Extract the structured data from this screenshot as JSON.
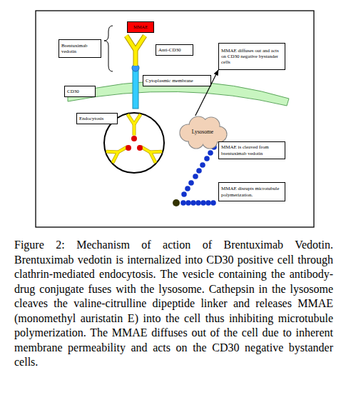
{
  "diagram": {
    "caption": "Figure 2: Mechanism of action of Brentuximab Vedotin. Brentuximab vedotin is internalized into CD30 positive cell through clathrin-mediated endocytosis. The vesicle containing the antibody-drug conjugate fuses with the lysosome. Cathepsin in the lysosome cleaves the valine-citrulline dipeptide linker and releases MMAE (monomethyl auristatin E) into the cell thus inhibiting microtubule polymerization. The MMAE diffuses out of the cell due to inherent membrane permeability and acts on the CD30 negative bystander cells.",
    "nodes": [
      {
        "text": [
          "MMAE"
        ]
      },
      {
        "text": [
          "Brentuximab vedotin"
        ]
      },
      {
        "text": [
          "Anti-CD30"
        ]
      },
      {
        "text": [
          "MMAE diffuses out and acts on CD30 negative bystander cells"
        ]
      },
      {
        "text": [
          "Cytoplasmic membrane"
        ]
      },
      {
        "text": [
          "CD30"
        ]
      },
      {
        "text": [
          "Endocytosis"
        ]
      },
      {
        "text": [
          "Lysosome"
        ]
      },
      {
        "text": [
          "MMAE is cleaved from brentuximab vedotin"
        ]
      },
      {
        "text": [
          "MMAE disrupts microtubule polymerization."
        ]
      }
    ],
    "edges": [
      {
        "from": 7,
        "to": 3,
        "arrow": "to"
      }
    ]
  }
}
